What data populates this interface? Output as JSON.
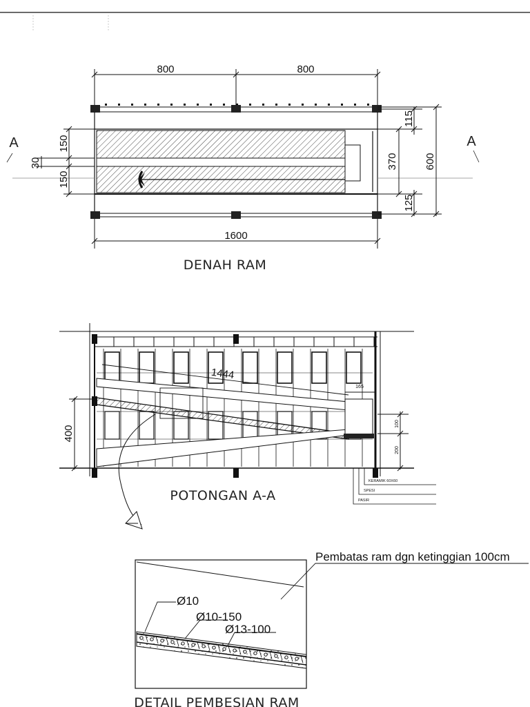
{
  "denah": {
    "title": "DENAH RAM",
    "dim_top_left": "800",
    "dim_top_right": "800",
    "dim_bottom": "1600",
    "dim_left_top": "150",
    "dim_left_mid": "30",
    "dim_left_bottom": "150",
    "dim_right_115": "115",
    "dim_right_370": "370",
    "dim_right_125": "125",
    "dim_right_600": "600",
    "section_mark_left": "A",
    "section_mark_right": "A"
  },
  "potongan": {
    "title": "POTONGAN A-A",
    "dim_height": "400",
    "dim_length": "1444",
    "dim_165": "165",
    "dim_100": "100",
    "dim_200": "200",
    "layer_1": "KERAMIK 60X60",
    "layer_2": "SPESI",
    "layer_3": "PASIR"
  },
  "detail": {
    "title": "DETAIL PEMBESIAN RAM",
    "note": "Pembatas ram dgn ketinggian 100cm",
    "rebar_1": "Ø10",
    "rebar_2": "Ø10-150",
    "rebar_3": "Ø13-100"
  }
}
